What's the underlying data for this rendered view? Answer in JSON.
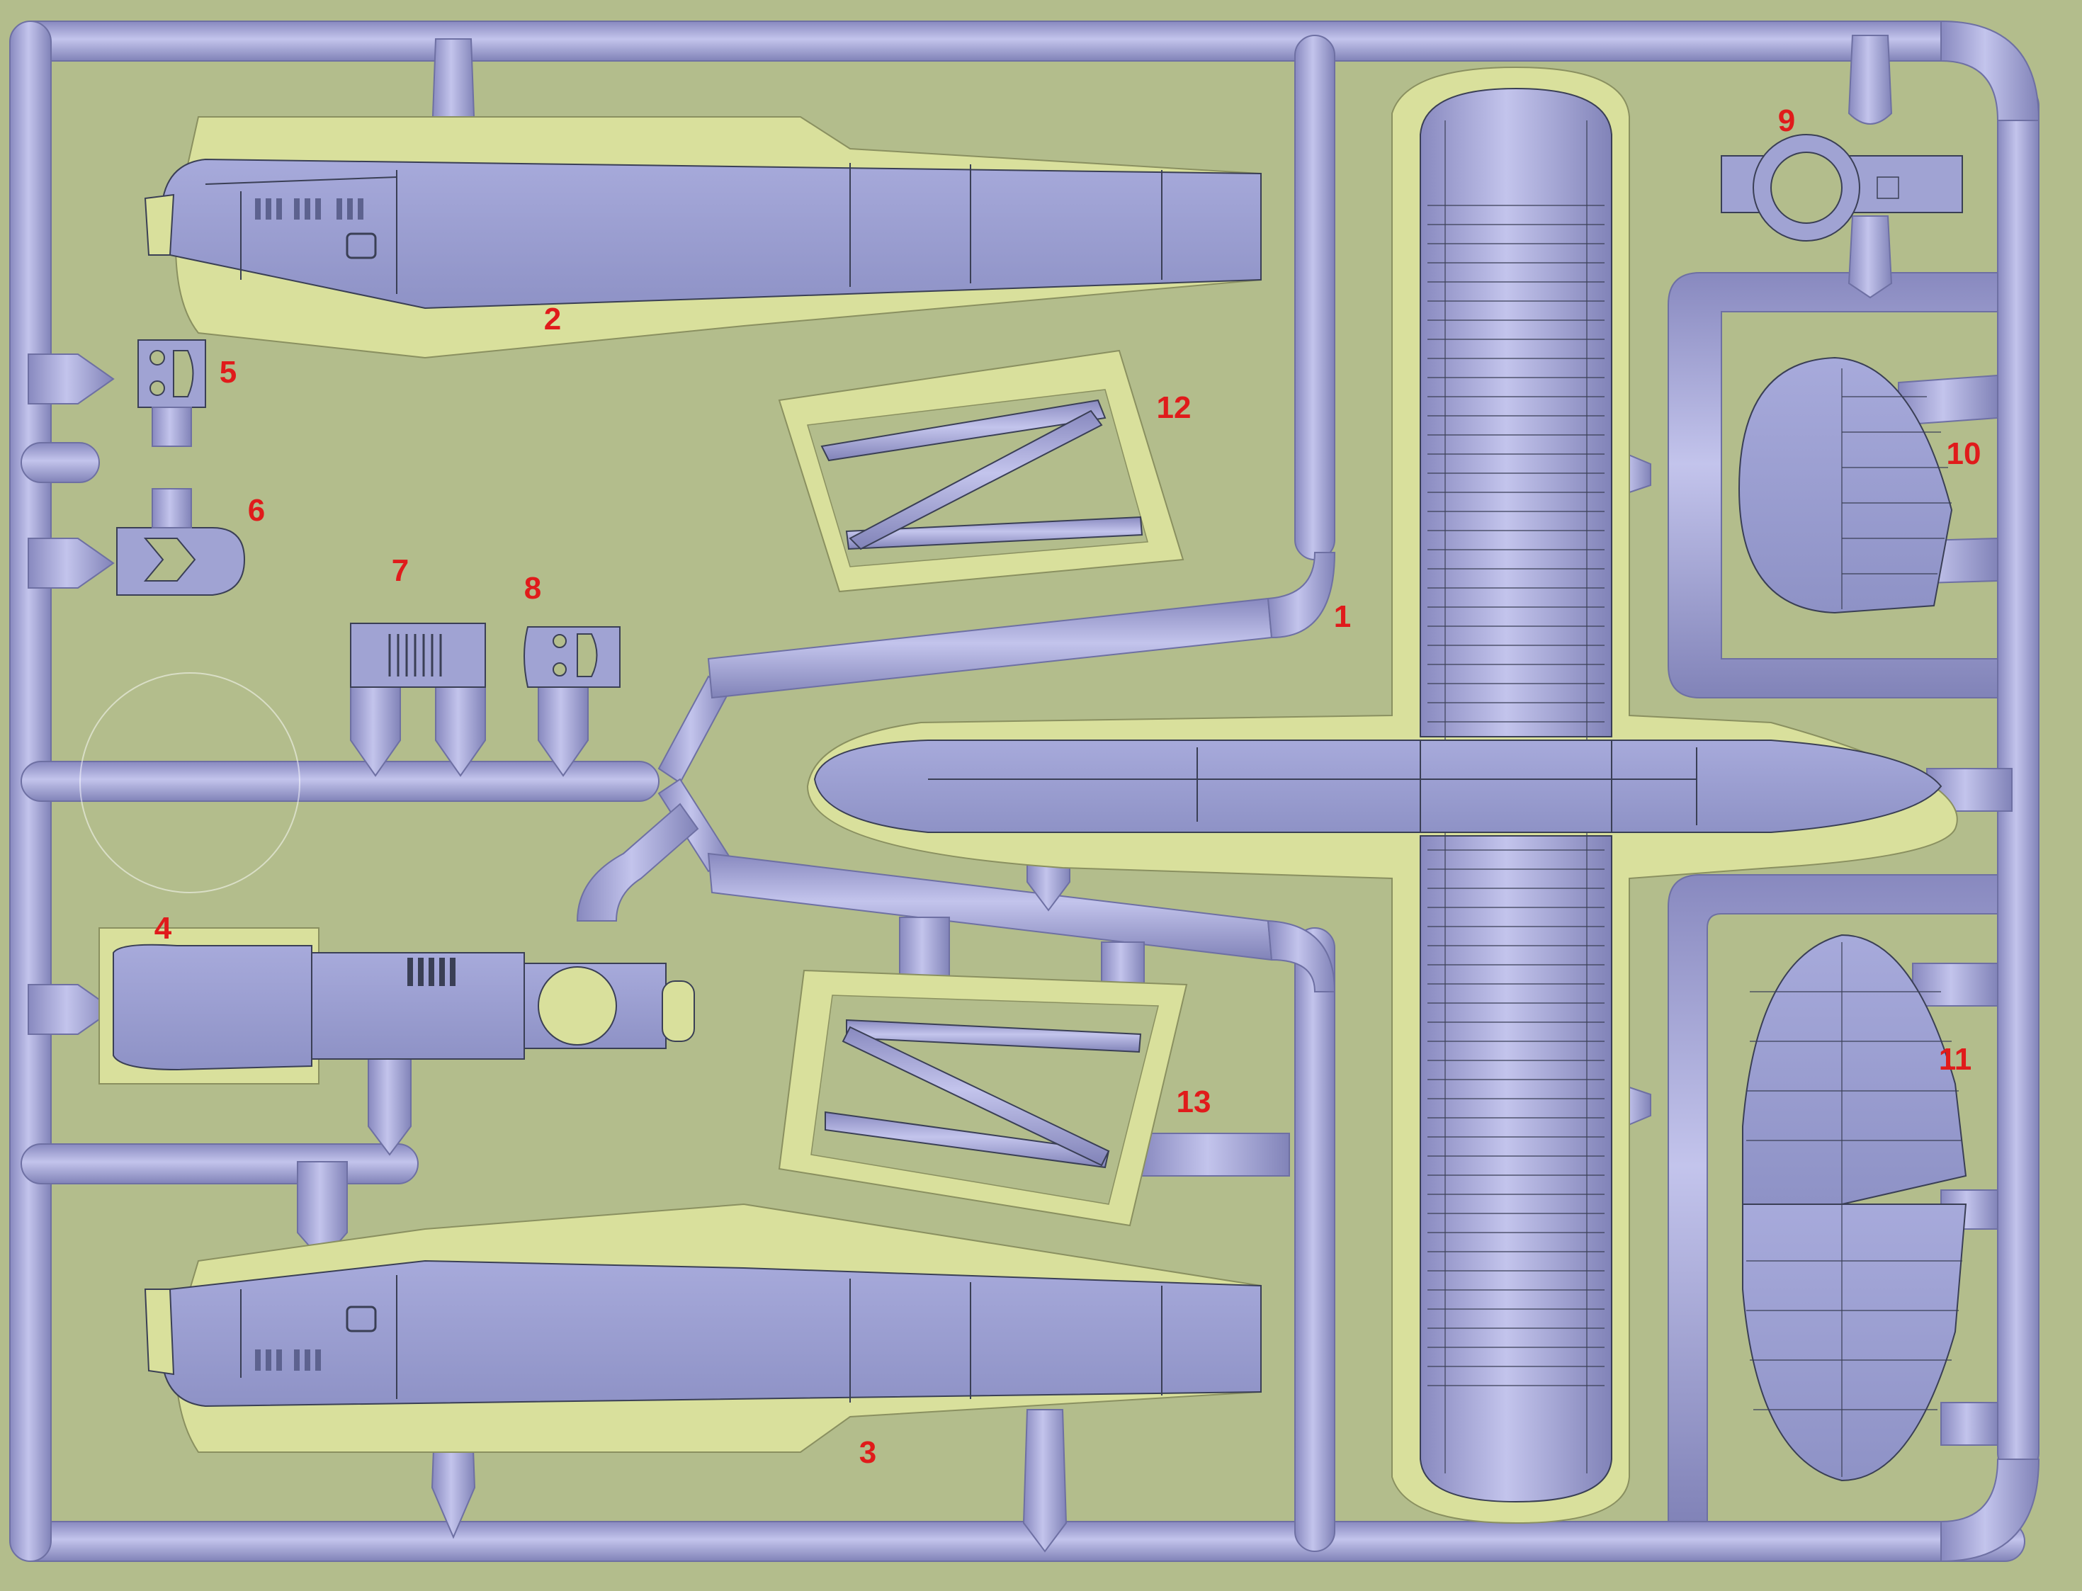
{
  "colors": {
    "background": "#b3bd8c",
    "sprue": "#a9a9d6",
    "sprue_shade": "#7e7fb4",
    "part": "#a0a3d3",
    "part_dark": "#6f73a8",
    "recess": "#d9e09c",
    "label": "#e01b1b"
  },
  "labels": {
    "p1": "1",
    "p2": "2",
    "p3": "3",
    "p4": "4",
    "p5": "5",
    "p6": "6",
    "p7": "7",
    "p8": "8",
    "p9": "9",
    "p10": "10",
    "p11": "11",
    "p12": "12",
    "p13": "13"
  }
}
